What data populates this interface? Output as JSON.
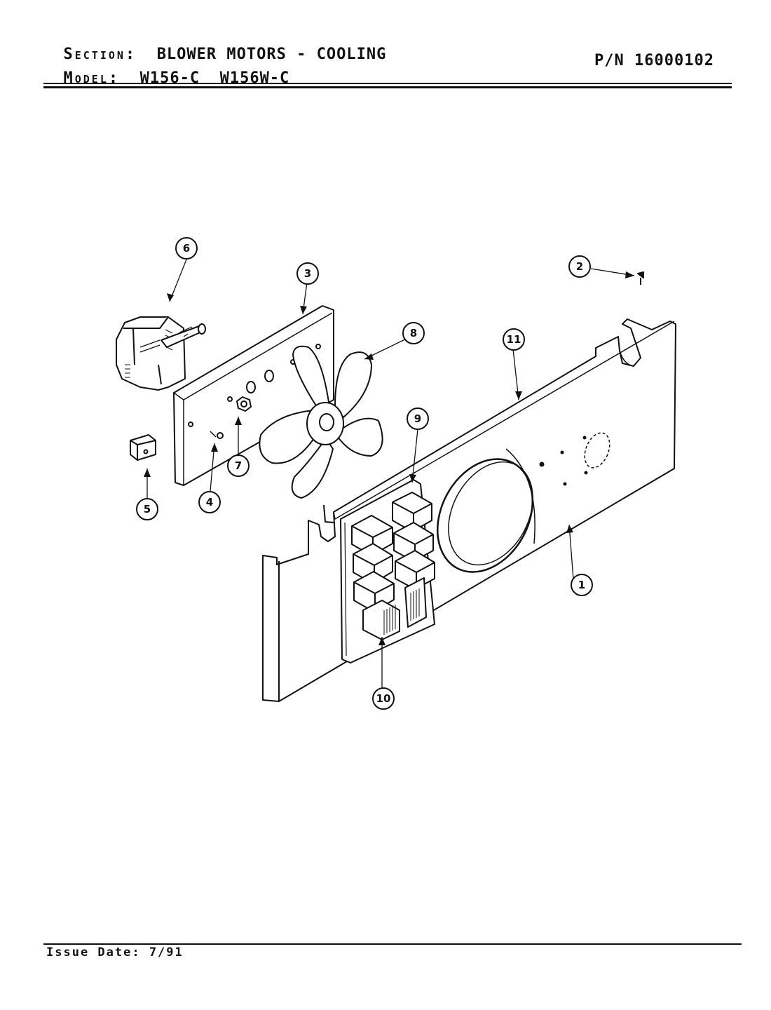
{
  "header": {
    "section_label": "Section:",
    "section_value": "BLOWER MOTORS - COOLING",
    "model_label": "Model:",
    "model_value": "W156-C  W156W-C",
    "part_number": "P/N 16000102"
  },
  "callouts": [
    "1",
    "2",
    "3",
    "4",
    "5",
    "6",
    "7",
    "8",
    "9",
    "10",
    "11"
  ],
  "footer": {
    "issue_date": "Issue Date: 7/91"
  }
}
